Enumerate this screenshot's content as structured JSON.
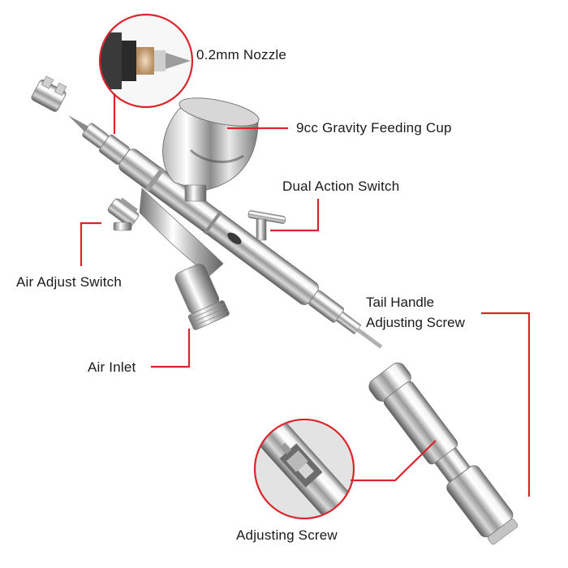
{
  "diagram": {
    "accent_color": "#d9262c",
    "labels": {
      "nozzle": "0.2mm Nozzle",
      "cup": "9cc Gravity Feeding Cup",
      "dual_action": "Dual Action Switch",
      "air_adjust": "Air Adjust Switch",
      "air_inlet": "Air Inlet",
      "tail_handle_line1": "Tail Handle",
      "tail_handle_line2": "Adjusting Screw",
      "adjusting_screw": "Adjusting Screw"
    }
  }
}
